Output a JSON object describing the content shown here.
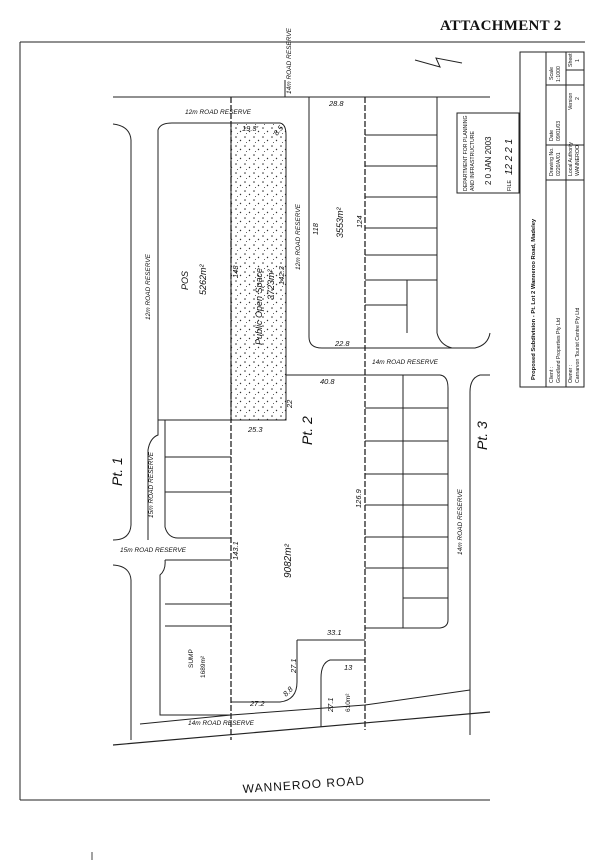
{
  "header": {
    "attachment": "ATTACHMENT 2"
  },
  "roads": {
    "top_reserve": "12m ROAD RESERVE",
    "corner_reserve": "14m ROAD RESERVE",
    "left_vertical": "12m ROAD RESERVE",
    "mid_vertical": "12m ROAD RESERVE",
    "mid_horizontal": "14m ROAD RESERVE",
    "left_15m_vertical": "15m ROAD RESERVE",
    "left_15m_horizontal": "15m ROAD RESERVE",
    "right_vertical": "14m ROAD RESERVE",
    "bottom_reserve": "14m ROAD RESERVE",
    "main_road": "WANNEROO ROAD"
  },
  "lots": {
    "pos_label": "POS",
    "pos_area": "5262m²",
    "public_open_space": "Public Open Space",
    "public_open_space_area": "3723m²",
    "lot_3553": "3553m²",
    "pt1": "Pt. 1",
    "pt2": "Pt. 2",
    "pt3": "Pt. 3",
    "lot_9082": "9082m²",
    "sump": "SUMP",
    "sump_area": "1689m²",
    "lot_610": "610m²"
  },
  "dimensions": {
    "d_28_8": "28.8",
    "d_19_3": "19.3'",
    "d_8_5": "8.5",
    "d_118": "118",
    "d_124": "124",
    "d_148": "148",
    "d_142": "142.3",
    "d_22_8": "22.8",
    "d_40_8": "40.8",
    "d_22": "22",
    "d_25_3": "25.3",
    "d_126_9": "126.9",
    "d_143_1": "143.1",
    "d_33_1": "33.1",
    "d_27_1a": "27.1",
    "d_13": "13",
    "d_27_2": "27.2",
    "d_8_8": "8.8",
    "d_27_1b": "27.1"
  },
  "stamp": {
    "dept_line1": "DEPARTMENT FOR PLANNING",
    "dept_line2": "AND INFRASTRUCTURE",
    "date": "2 0 JAN 2003",
    "file_prefix": "FILE",
    "file_no": "12 2 2 1"
  },
  "title_block": {
    "title": "Proposed Subdivision - Pt. Lot 2 Wanneroo Road, Madeley",
    "client_label": "Client :",
    "client": "Goodland Properties Pty Ltd",
    "drawing_label": "Drawing No.",
    "drawing_no": "0220/A/01",
    "date_label": "Date",
    "date": "09/01/03",
    "scale_label": "Scale",
    "scale": "1:1000",
    "owner_label": "Owner :",
    "owner": "Carnarvon Tourist Centre Pty Ltd",
    "authority_label": "Local Authority",
    "authority": "WANNEROO",
    "version_label": "Version",
    "version": "2",
    "sheet_label": "Sheet",
    "sheet": "1"
  }
}
